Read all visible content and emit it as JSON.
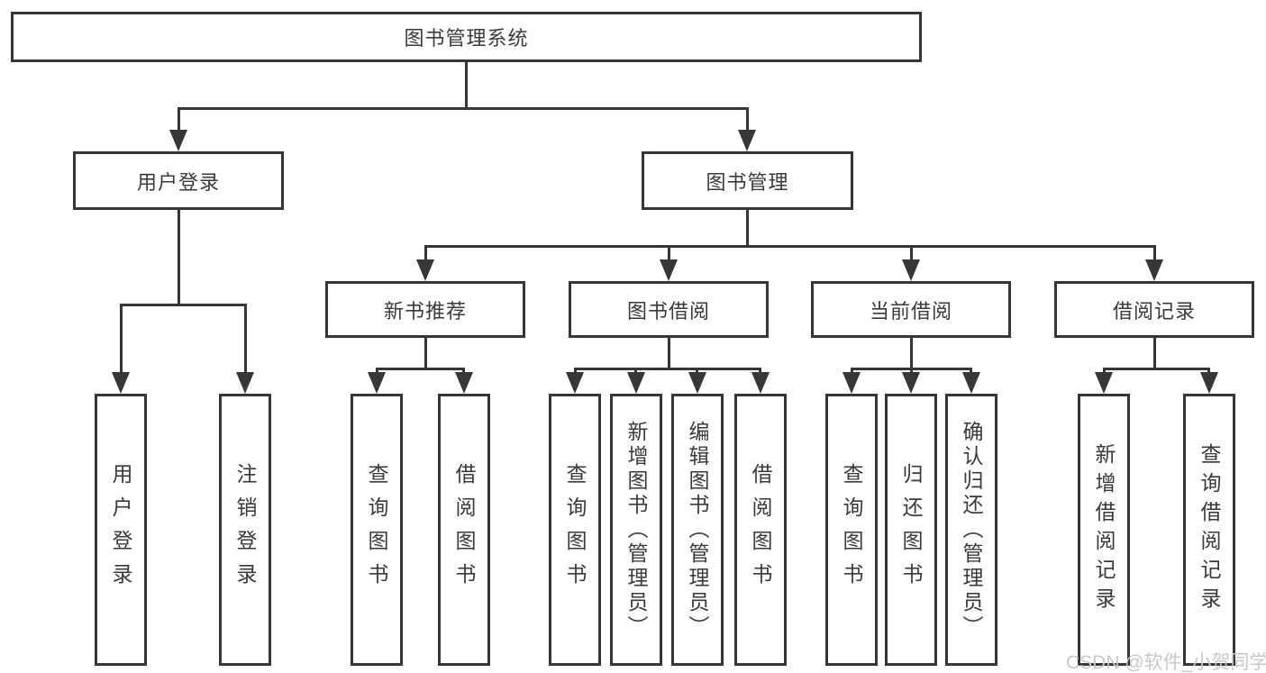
{
  "diagram_type": "hierarchy-tree",
  "colors": {
    "line": "#373737",
    "text": "#3a3a3a",
    "background": "#ffffff",
    "watermark": "#c9c9c9"
  },
  "watermark": "CSDN @软件_小贺同学",
  "tree": {
    "label": "图书管理系统",
    "children": [
      {
        "label": "用户登录",
        "children": [
          {
            "label": "用户登录"
          },
          {
            "label": "注销登录"
          }
        ]
      },
      {
        "label": "图书管理",
        "children": [
          {
            "label": "新书推荐",
            "children": [
              {
                "label": "查询图书"
              },
              {
                "label": "借阅图书"
              }
            ]
          },
          {
            "label": "图书借阅",
            "children": [
              {
                "label": "查询图书"
              },
              {
                "label": "新增图书（管理员）"
              },
              {
                "label": "编辑图书（管理员）"
              },
              {
                "label": "借阅图书"
              }
            ]
          },
          {
            "label": "当前借阅",
            "children": [
              {
                "label": "查询图书"
              },
              {
                "label": "归还图书"
              },
              {
                "label": "确认归还（管理员）"
              }
            ]
          },
          {
            "label": "借阅记录",
            "children": [
              {
                "label": "新增借阅记录"
              },
              {
                "label": "查询借阅记录"
              }
            ]
          }
        ]
      }
    ]
  }
}
